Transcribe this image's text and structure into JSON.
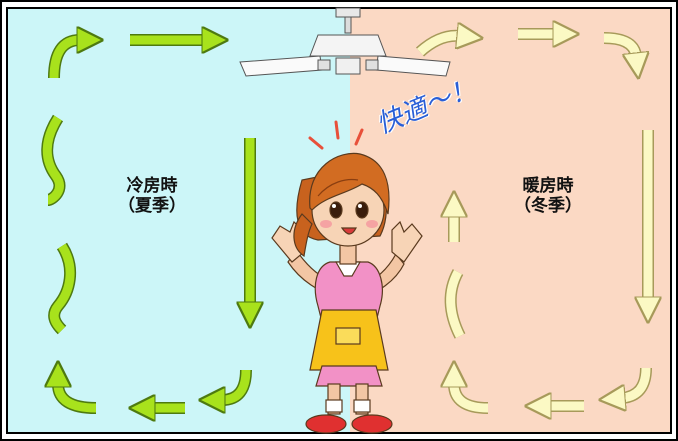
{
  "cooling": {
    "label": "冷房時",
    "season": "（夏季）",
    "bg_color": "#ccf6f8",
    "arrow_color": "#a8e21c",
    "arrow_outline": "#4e7a10"
  },
  "heating": {
    "label": "暖房時",
    "season": "（冬季）",
    "bg_color": "#fbd9c4",
    "arrow_color": "#fbf9c4",
    "arrow_outline": "#a79a5a"
  },
  "exclamation": "快適～！",
  "icons": [
    "ceiling-fan-icon",
    "woman-figure-icon"
  ]
}
